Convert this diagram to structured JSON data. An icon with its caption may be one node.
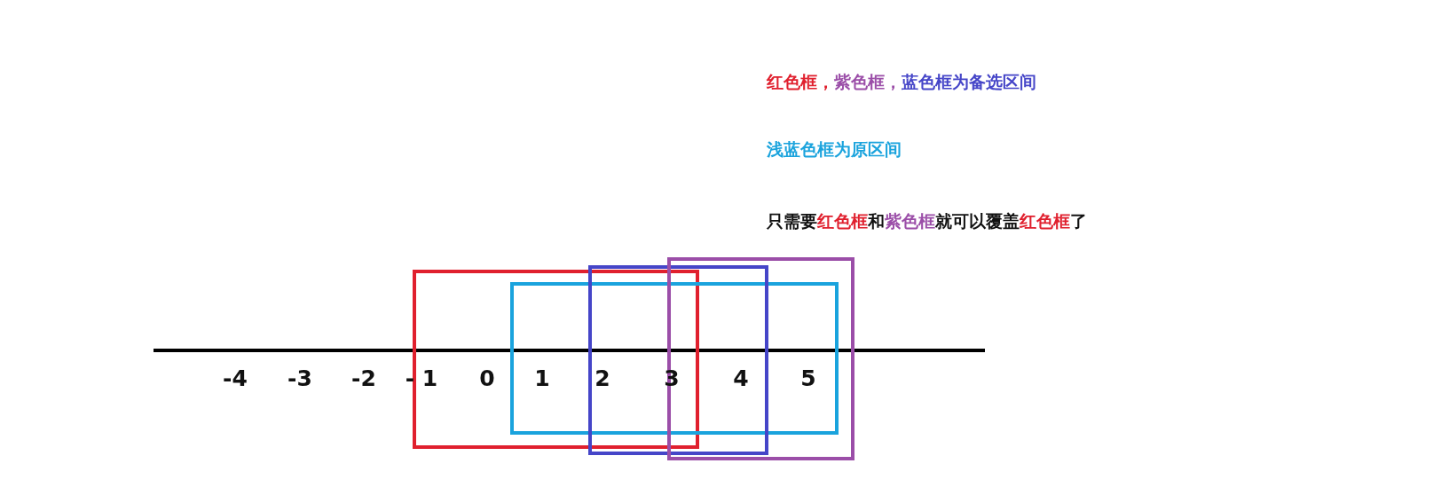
{
  "diagram": {
    "labels": [
      "红色框，紫色框，蓝色框为备选区间",
      "浅蓝色框为原区间",
      "只需要红色框和紫色框就可以覆盖红色框了",
      "-4",
      "-3",
      "-2",
      "- 1",
      "0",
      "1",
      "2",
      "3",
      "4",
      "5"
    ]
  }
}
